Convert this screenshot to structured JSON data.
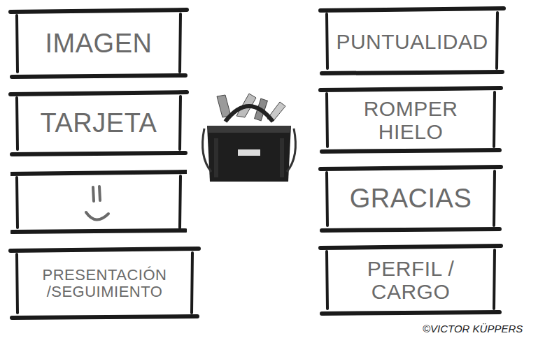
{
  "diagram": {
    "nodes": [
      {
        "text": [
          "IMAGEN"
        ]
      },
      {
        "text": [
          "TARJETA"
        ]
      },
      {
        "text": [
          "PRESENTACIÓN /SEGUIMIENTO"
        ]
      },
      {
        "text": [
          "PUNTUALIDAD"
        ]
      },
      {
        "text": [
          "ROMPER HIELO"
        ]
      },
      {
        "text": [
          "GRACIAS"
        ]
      },
      {
        "text": [
          "PERFIL / CARGO"
        ]
      }
    ],
    "labels": [
      "©VICTOR KÜPPERS"
    ]
  }
}
